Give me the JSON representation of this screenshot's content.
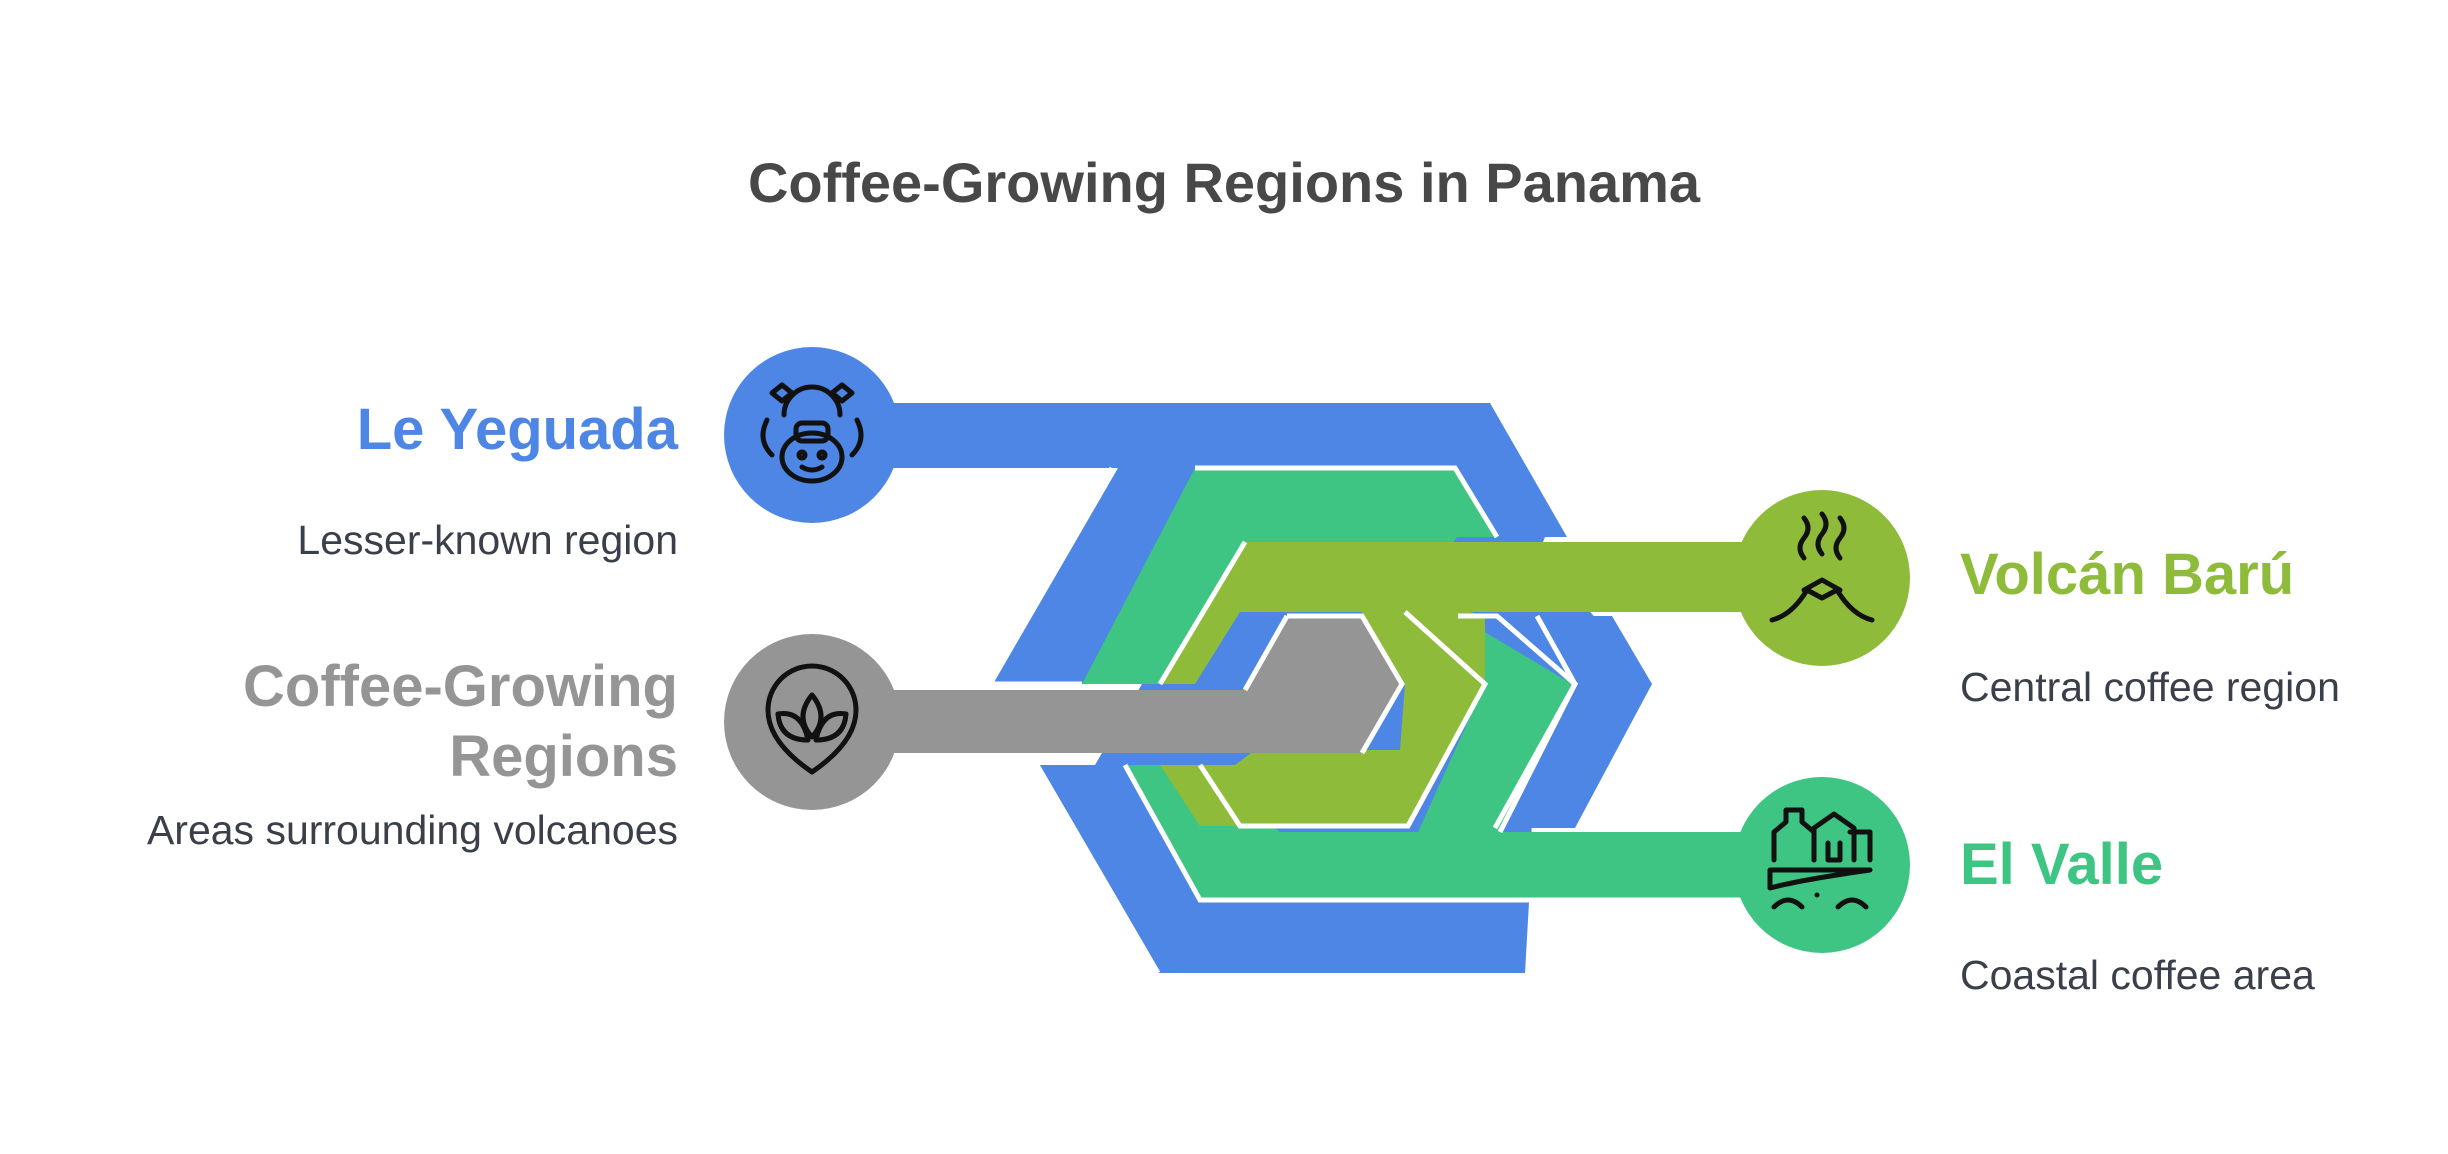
{
  "title": "Coffee-Growing Regions in Panama",
  "colors": {
    "blue": "#4d86e4",
    "green": "#3ec583",
    "lime": "#8fbb3a",
    "gray": "#959595",
    "title": "#484848",
    "desc": "#3a3f4a"
  },
  "regions": [
    {
      "name": "Le Yeguada",
      "description": "Lesser-known region",
      "icon": "mountain-creature-icon",
      "color": "blue"
    },
    {
      "name": "Volcán Barú",
      "description": "Central coffee region",
      "icon": "volcano-icon",
      "color": "lime"
    },
    {
      "name": "Coffee-Growing Regions",
      "description": "Areas surrounding volcanoes",
      "icon": "leaf-pin-icon",
      "color": "gray"
    },
    {
      "name": "El Valle",
      "description": "Coastal coffee area",
      "icon": "village-landscape-icon",
      "color": "green"
    }
  ]
}
